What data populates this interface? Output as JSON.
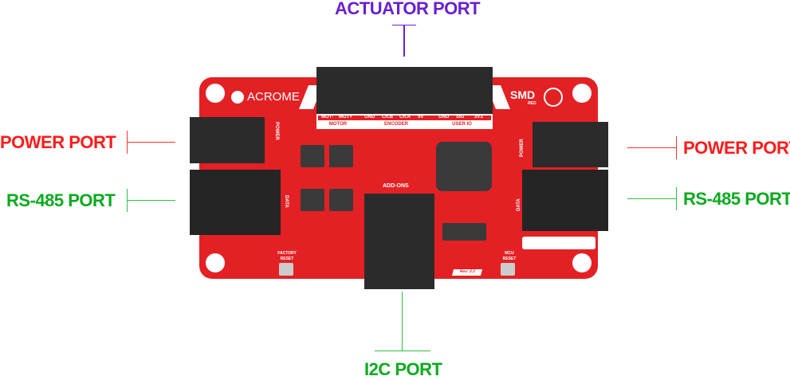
{
  "labels": {
    "actuator_port": "ACTUATOR PORT",
    "power_port_left": "POWER PORT",
    "power_port_right": "POWER PORT",
    "rs485_port_left": "RS-485 PORT",
    "rs485_port_right": "RS-485 PORT",
    "i2c_port": "I2C PORT"
  },
  "colors": {
    "actuator": "#6a1fd0",
    "power": "#ff1a1a",
    "rs485": "#0aaa1e",
    "i2c": "#0aaa1e",
    "board": "#e32124"
  },
  "board": {
    "brand": "ACROME",
    "product": "SMD",
    "product_sub": "RED",
    "pins": [
      "MOT-",
      "MOT+",
      "GND",
      "Ch.B",
      "Ch.A",
      "5V",
      "GND",
      "SIG",
      "3V3"
    ],
    "groups": [
      "MOTOR",
      "ENCODER",
      "USER IO"
    ],
    "power_left": "POWER",
    "data_left": "DATA",
    "power_right": "POWER",
    "data_right": "DATA",
    "addons": "ADD-ONS",
    "factory_reset": "FACTORY RESET",
    "mcu_reset": "MCU RESET",
    "rev": "Rev: 2.2"
  }
}
